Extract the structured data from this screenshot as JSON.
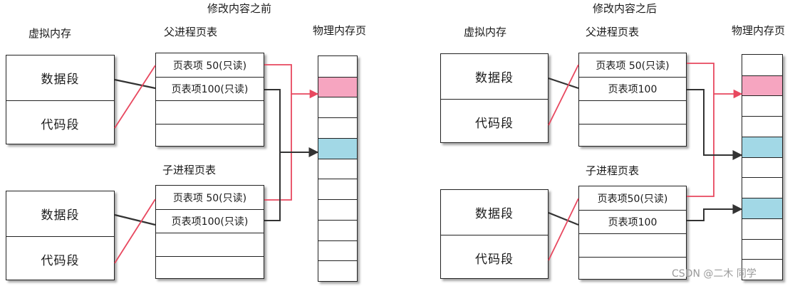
{
  "colors": {
    "pink": "#f6a5c0",
    "blue": "#a2d8e6",
    "red_arrow": "#e8485f",
    "dark_arrow": "#333333"
  },
  "before": {
    "title": "修改内容之前",
    "virtual_memory_label": "虚拟内存",
    "parent_table_label": "父进程页表",
    "physical_pages_label": "物理内存页",
    "child_table_label": "子进程页表",
    "vm_parent": [
      "数据段",
      "代码段"
    ],
    "vm_child": [
      "数据段",
      "代码段"
    ],
    "parent_entries": [
      "页表项 50(只读)",
      "页表项100(只读)",
      "",
      ""
    ],
    "child_entries": [
      "页表项 50(只读)",
      "页表项100(只读)",
      "",
      ""
    ],
    "pages": [
      "white",
      "pink",
      "white",
      "white",
      "blue",
      "white",
      "white",
      "white",
      "white",
      "white",
      "white"
    ]
  },
  "after": {
    "title": "修改内容之后",
    "virtual_memory_label": "虚拟内存",
    "parent_table_label": "父进程页表",
    "physical_pages_label": "物理内存页",
    "child_table_label": "子进程页表",
    "vm_parent": [
      "数据段",
      "代码段"
    ],
    "vm_child": [
      "数据段",
      "代码段"
    ],
    "parent_entries": [
      "页表项 50(只读)",
      "页表项100",
      "",
      ""
    ],
    "child_entries": [
      "页表项50(只读)",
      "页表项100",
      "",
      ""
    ],
    "pages": [
      "white",
      "pink",
      "white",
      "white",
      "blue",
      "white",
      "white",
      "blue",
      "white",
      "white",
      "white"
    ]
  },
  "watermark": "CSDN @二木 同学"
}
